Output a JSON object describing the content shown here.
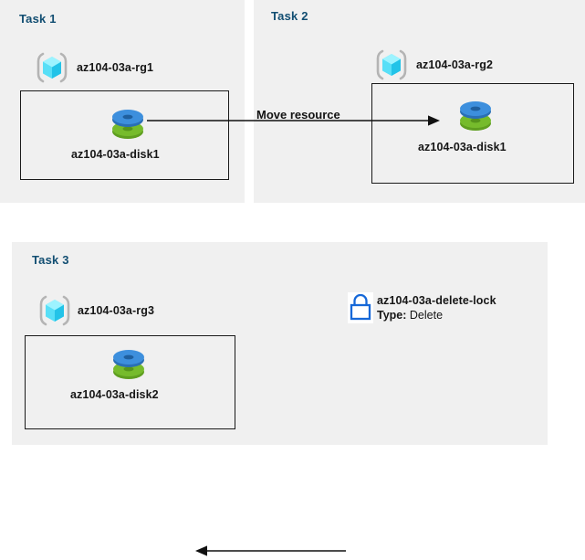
{
  "diagram": {
    "title": "Azure resource group tasks diagram",
    "background_color": "#ffffff",
    "panel_color": "#f0f0f0",
    "heading_color": "#124e72",
    "accent_blue": "#1f6fd0",
    "disk_top_color": "#3a8ddd",
    "disk_bottom_color": "#6cb32b",
    "cube_color": "#3fd8f5"
  },
  "tasks": [
    {
      "id": "task1",
      "title": "Task 1",
      "resource_group": {
        "label": "az104-03a-rg1",
        "icon": "resource-group-cube-icon"
      },
      "resource": {
        "label": "az104-03a-disk1",
        "icon": "managed-disk-icon"
      }
    },
    {
      "id": "task2",
      "title": "Task 2",
      "resource_group": {
        "label": "az104-03a-rg2",
        "icon": "resource-group-cube-icon"
      },
      "resource": {
        "label": "az104-03a-disk1",
        "icon": "managed-disk-icon"
      }
    },
    {
      "id": "task3",
      "title": "Task 3",
      "resource_group": {
        "label": "az104-03a-rg3",
        "icon": "resource-group-cube-icon"
      },
      "resource": {
        "label": "az104-03a-disk2",
        "icon": "managed-disk-icon"
      },
      "lock": {
        "label": "az104-03a-delete-lock",
        "type_key": "Type:",
        "type_value": "Delete",
        "icon": "padlock-icon"
      }
    }
  ],
  "connectors": [
    {
      "id": "move-resource",
      "caption": "Move resource",
      "direction": "right",
      "from": "az104-03a-disk1 (Task 1)",
      "to": "az104-03a-disk1 (Task 2)"
    },
    {
      "id": "apply-lock",
      "caption": "",
      "direction": "left",
      "from": "az104-03a-delete-lock",
      "to": "az104-03a-rg3"
    }
  ]
}
